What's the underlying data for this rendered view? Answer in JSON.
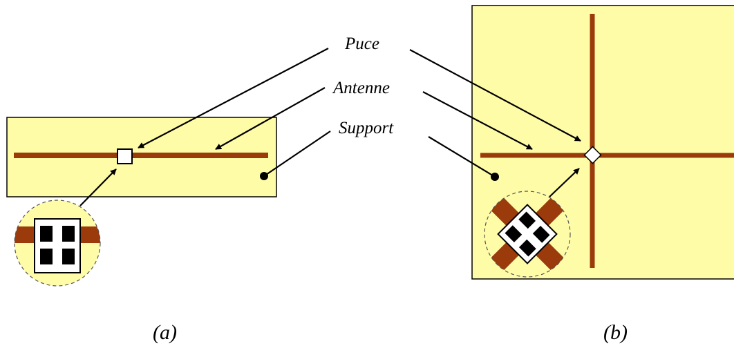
{
  "labels": {
    "chip": "Puce",
    "antenna": "Antenne",
    "substrate": "Support"
  },
  "captions": {
    "a": "(a)",
    "b": "(b)"
  },
  "colors": {
    "substrate_fill": "#FFFCA8",
    "antenna": "#9B3A0B",
    "chip_fill": "#FFFFFF",
    "outline": "#000000",
    "pad": "#000000"
  }
}
